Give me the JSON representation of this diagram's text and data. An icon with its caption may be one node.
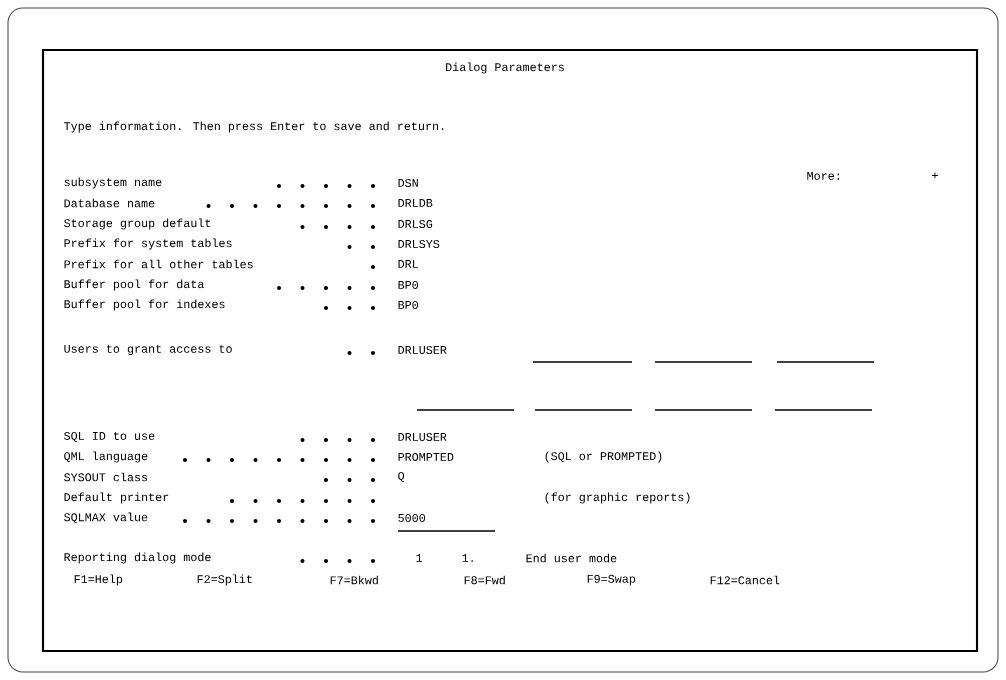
{
  "diagram": {
    "labels": [
      "Dialog Parameters",
      "Type information.  Then press Enter to save and return.",
      "More:",
      "+",
      "subsystem name",
      "DSN",
      "Database name",
      "DRLDB",
      "Storage group default",
      "DRLSG",
      "Prefix for system tables",
      "DRLSYS",
      "Prefix for all other tables",
      "DRL",
      "Buffer pool for data",
      "BP0",
      "Buffer pool for indexes",
      "BP0",
      "Users to grant access to",
      "DRLUSER",
      "SQL ID to use",
      "DRLUSER",
      "QML language",
      "PROMPTED",
      "(SQL or PROMPTED)",
      "SYSOUT class",
      "Q",
      "Default printer",
      "(for graphic reports)",
      "SQLMAX value",
      "5000",
      "Reporting dialog mode",
      "1",
      "1.",
      "End user mode",
      "F1=Help",
      "F2=Split",
      "F7=Bkwd",
      "F8=Fwd",
      "F9=Swap",
      "F12=Cancel"
    ]
  }
}
